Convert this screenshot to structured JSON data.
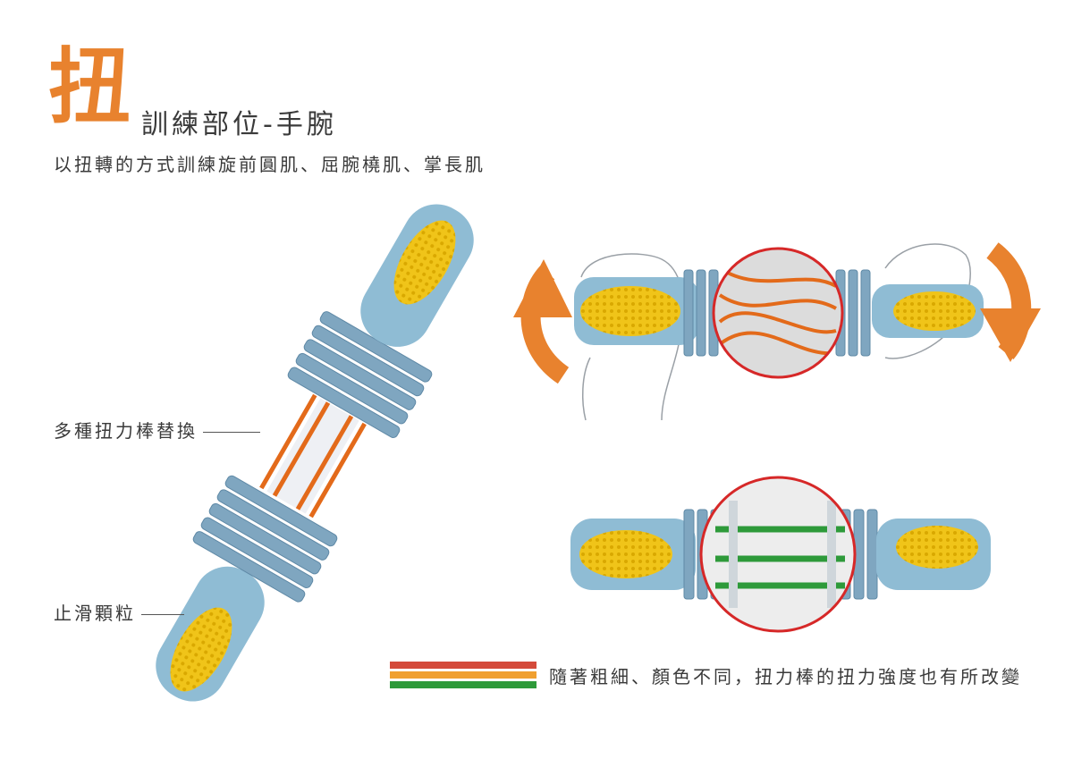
{
  "header": {
    "big_char": "扭",
    "subtitle": "訓練部位-手腕",
    "description": "以扭轉的方式訓練旋前圓肌、屈腕橈肌、掌長肌"
  },
  "callouts": {
    "torsion_bars": "多種扭力棒替換",
    "grip": "止滑顆粒"
  },
  "legend": {
    "caption": "隨著粗細、顏色不同，扭力棒的扭力強度也有所改變",
    "colors": [
      "#d44a3a",
      "#f0a030",
      "#2e9a3a"
    ]
  },
  "colors": {
    "accent": "#e8822e",
    "body_blue": "#8fbcd4",
    "grip_yellow": "#f0c419",
    "highlight_red": "#d62828",
    "bar_orange": "#e8822e",
    "bar_green": "#2e9a3a"
  }
}
